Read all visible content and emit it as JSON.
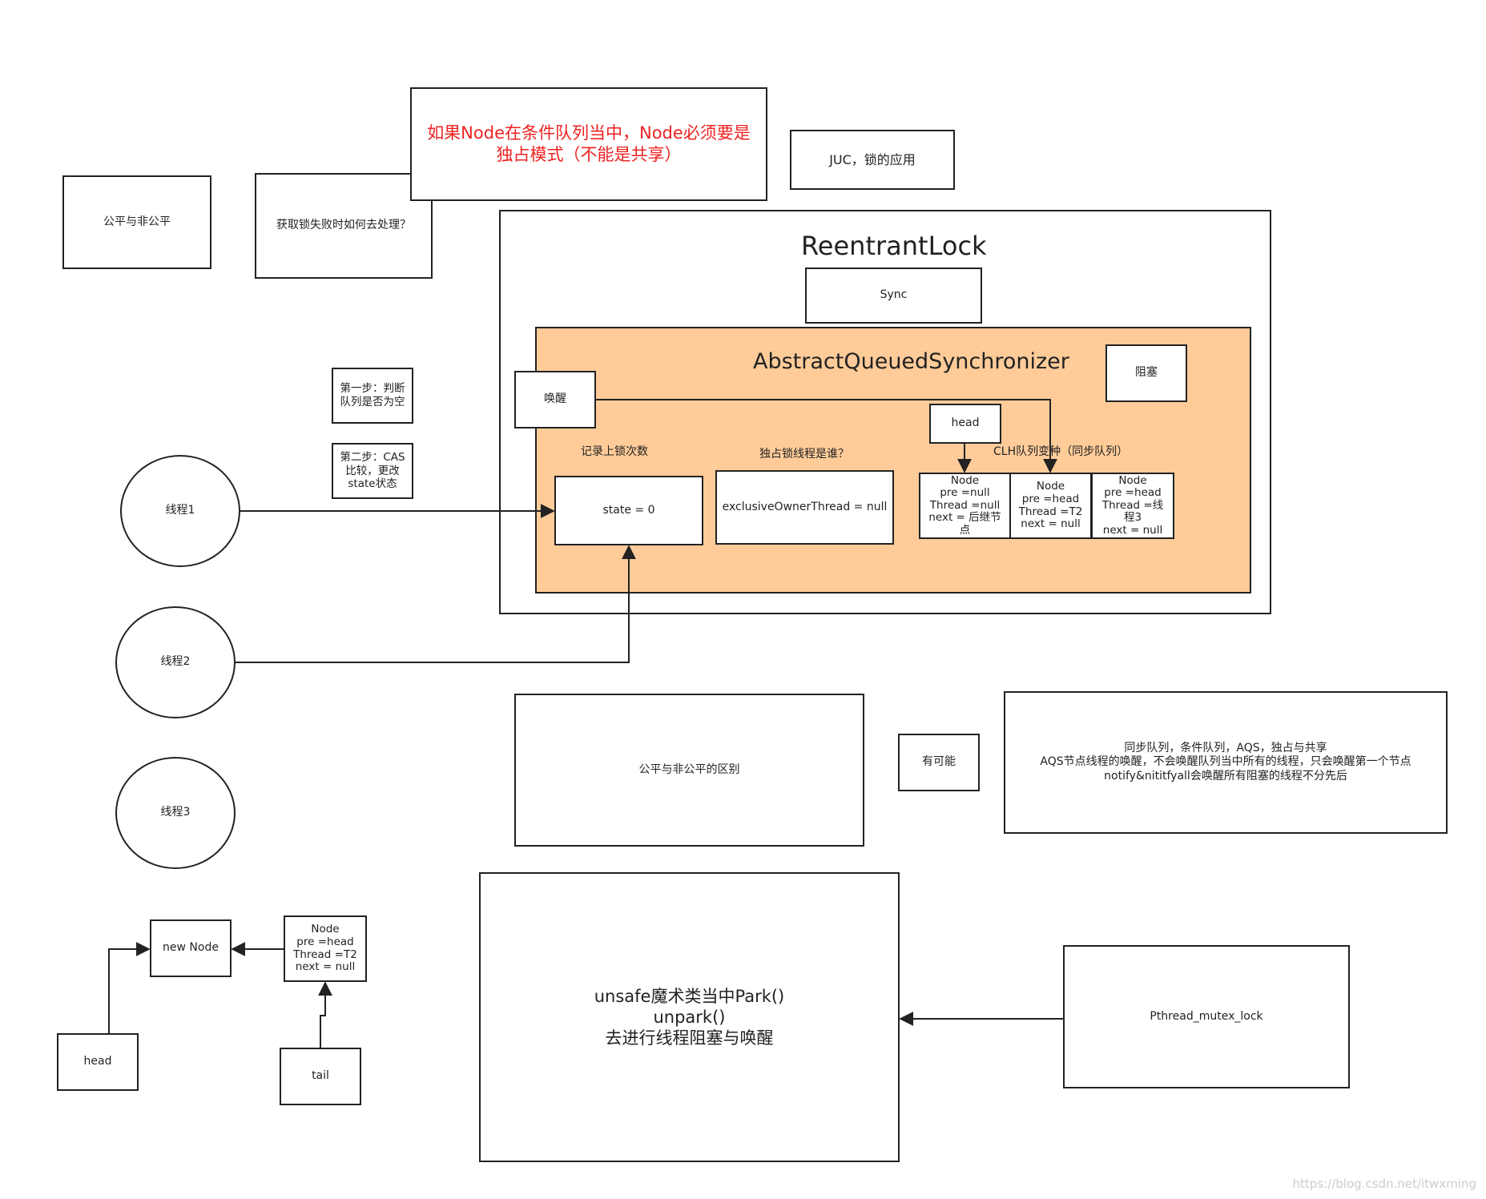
{
  "boxes": {
    "fair_nonfair": "公平与非公平",
    "acquire_fail": "获取锁失败时如何去处理？",
    "condition_note": "如果Node在条件队列当中，Node必须要是独占模式（不能是共享）",
    "juc": "JUC，锁的应用",
    "sync": "Sync",
    "block": "阻塞",
    "wake": "唤醒",
    "head_top": "head",
    "step1": "第一步：判断\n队列是否为空",
    "step2": "第二步：CAS\n比较，更改\nstate状态",
    "state": "state = 0",
    "exclusive_owner": "exclusiveOwnerThread = null",
    "clh_node1": "Node\npre =null\nThread =null\nnext = 后继节\n点",
    "clh_node2": "Node\npre =head\nThread =T2\nnext = null",
    "clh_node3": "Node\npre =head\nThread =线\n程3\nnext = null",
    "fair_diff": "公平与非公平的区别",
    "maybe": "有可能",
    "aqs_note": "同步队列，条件队列，AQS，独占与共享\nAQS节点线程的唤醒，不会唤醒队列当中所有的线程，只会唤醒第一个节点\nnotify&nititfyall会唤醒所有阻塞的线程不分先后",
    "new_node": "new Node",
    "bottom_node": "Node\npre =head\nThread =T2\nnext = null",
    "head_bottom": "head",
    "tail": "tail",
    "unsafe": "unsafe魔术类当中Park()\nunpark()\n去进行线程阻塞与唤醒",
    "pthread": "Pthread_mutex_lock"
  },
  "threads": {
    "t1": "线程1",
    "t2": "线程2",
    "t3": "线程3"
  },
  "labels": {
    "reentrant_lock": "ReentrantLock",
    "aqs": "AbstractQueuedSynchronizer",
    "record_lock_count": "记录上锁次数",
    "exclusive_owner_q": "独占锁线程是谁？",
    "clh_queue": "CLH队列变种（同步队列）"
  },
  "colors": {
    "aqs_fill": "#ffcc99",
    "note_red": "#ee2222",
    "stroke": "#222222"
  },
  "watermark": "https://blog.csdn.net/itwxming"
}
